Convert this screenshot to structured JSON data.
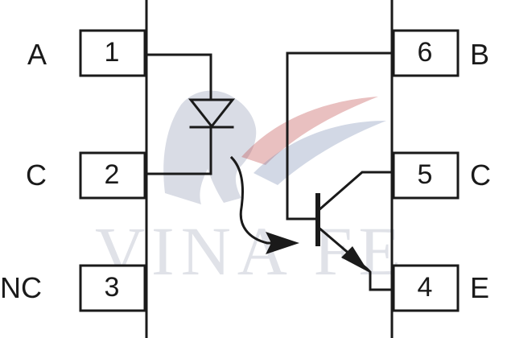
{
  "watermark": {
    "text": "VINA FE"
  },
  "pins": {
    "left": [
      {
        "name": "A",
        "number": "1"
      },
      {
        "name": "C",
        "number": "2"
      },
      {
        "name": "NC",
        "number": "3"
      }
    ],
    "right": [
      {
        "number": "6",
        "name": "B"
      },
      {
        "number": "5",
        "name": "C"
      },
      {
        "number": "4",
        "name": "E"
      }
    ]
  },
  "colors": {
    "line": "#1a1a1a",
    "watermark": "#c7cbd6",
    "watermark_accent": "#c04a4a"
  }
}
